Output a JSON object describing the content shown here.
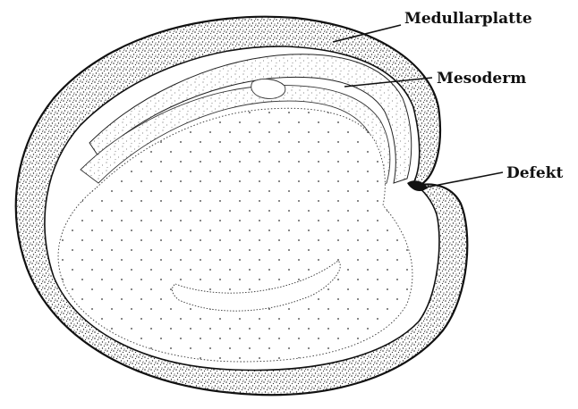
{
  "figure": {
    "labels": {
      "medullarplatte": "Medullarplatte",
      "mesoderm": "Mesoderm",
      "defekt": "Defekt"
    }
  },
  "colors": {
    "ink": "#111111",
    "background": "#ffffff"
  }
}
